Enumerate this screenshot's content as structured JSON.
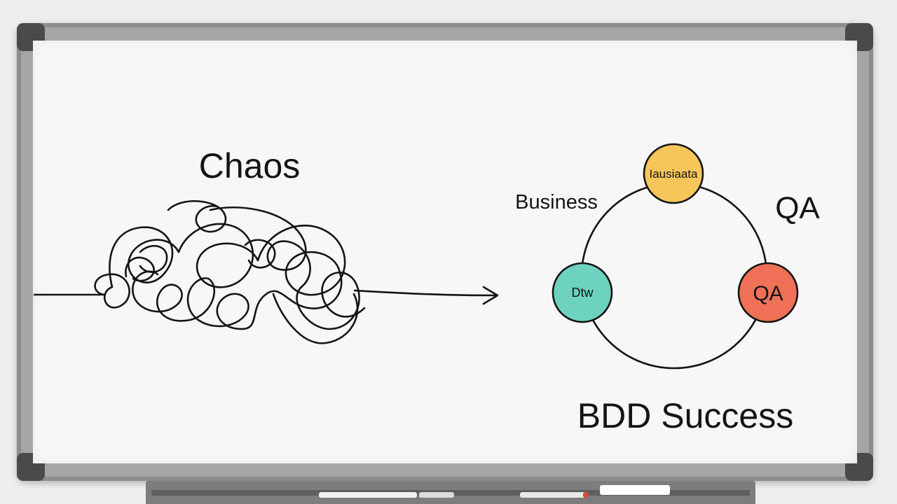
{
  "chaos_heading": "Chaos",
  "success_heading": "BDD Success",
  "side_labels": {
    "business": "Business",
    "qa": "QA"
  },
  "nodes": [
    {
      "text": "Iausiaata",
      "color": "#f7c65a"
    },
    {
      "text": "Dtw",
      "color": "#6dd3c0"
    },
    {
      "text": "QA",
      "color": "#f07157"
    }
  ],
  "colors": {
    "ink": "#141414",
    "board": "#f7f7f7",
    "frame": "#8c8c8c"
  }
}
